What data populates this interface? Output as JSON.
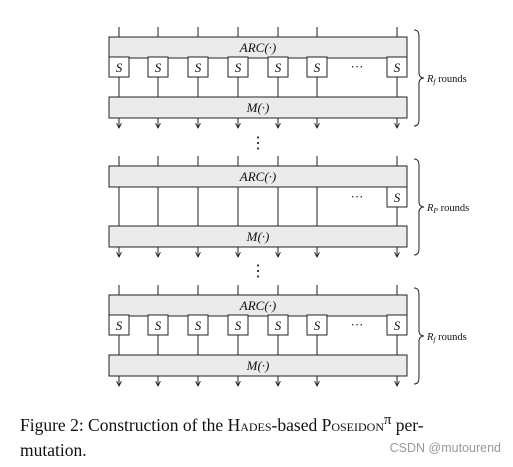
{
  "diagram": {
    "arc_label": "ARC(·)",
    "mix_label": "M(·)",
    "sbox_label": "S",
    "ellipsis": "···",
    "vdots": "⋮",
    "blocks": [
      {
        "kind": "full",
        "rounds_label": "rounds",
        "rounds_symbol": "R",
        "rounds_subscript": "f"
      },
      {
        "kind": "partial",
        "rounds_label": "rounds",
        "rounds_symbol": "R",
        "rounds_subscript": "P"
      },
      {
        "kind": "full",
        "rounds_label": "rounds",
        "rounds_symbol": "R",
        "rounds_subscript": "f"
      }
    ]
  },
  "caption": {
    "prefix": "Figure 2: Construction of the ",
    "hades": "Hades",
    "middle": "-based ",
    "poseidon": "Poseidon",
    "superscript": "π",
    "suffix": " per-",
    "line2": "mutation."
  },
  "watermark": "CSDN @mutourend"
}
